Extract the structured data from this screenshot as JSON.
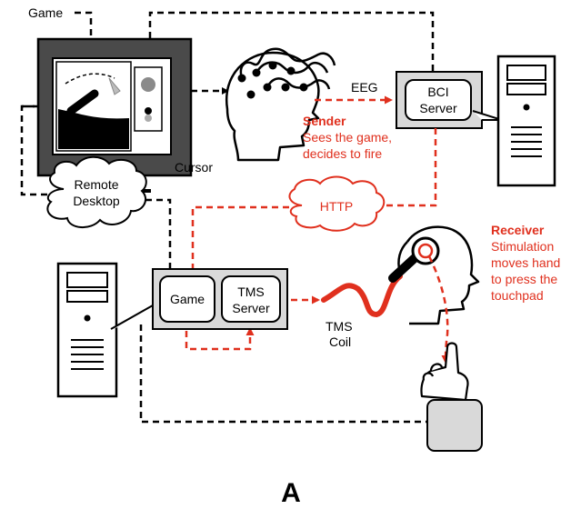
{
  "labels": {
    "game_top": "Game",
    "cursor": "Cursor",
    "eeg": "EEG",
    "bci_line1": "BCI",
    "bci_line2": "Server",
    "remote_line1": "Remote",
    "remote_line2": "Desktop",
    "http": "HTTP",
    "game_box": "Game",
    "tms_line1": "TMS",
    "tms_line2": "Server",
    "coil_line1": "TMS",
    "coil_line2": "Coil",
    "panel_letter": "A"
  },
  "sender": {
    "title": "Sender",
    "line1": "Sees the game,",
    "line2": "decides to fire"
  },
  "receiver": {
    "title": "Receiver",
    "line1": "Stimulation",
    "line2": "moves hand",
    "line3": "to press the",
    "line4": "touchpad"
  },
  "colors": {
    "signal_red": "#e0301e",
    "box_gray": "#d9d9d9",
    "dark": "#000000"
  }
}
